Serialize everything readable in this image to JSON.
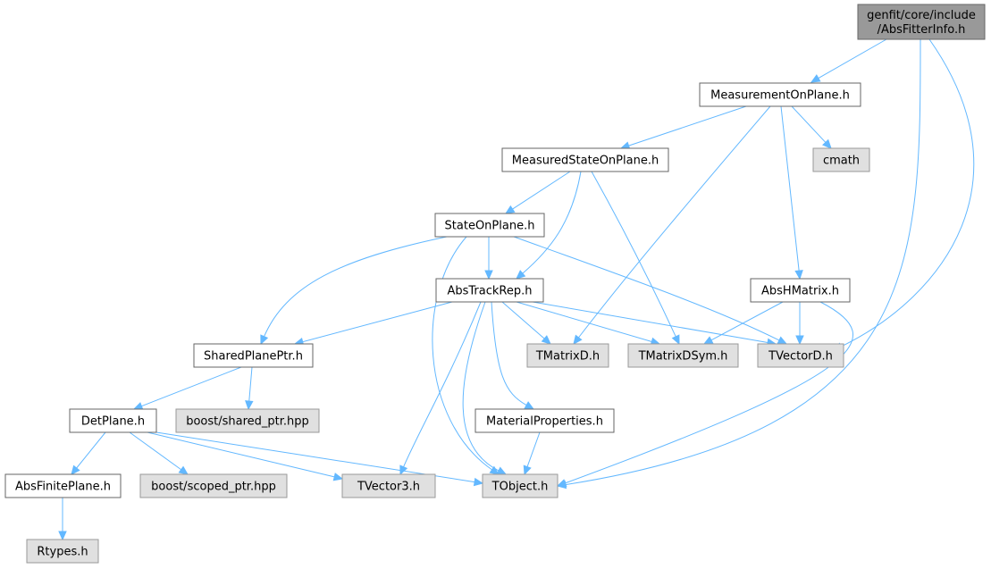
{
  "colors": {
    "edge": "#63b8ff",
    "root_fill": "#999999",
    "root_stroke": "#666666",
    "local_fill": "#ffffff",
    "local_stroke": "#666666",
    "external_fill": "#e0e0e0",
    "external_stroke": "#999999"
  },
  "nodes": [
    {
      "id": "absfitterinfo",
      "kind": "root",
      "lines": [
        "genfit/core/include",
        "/AbsFitterInfo.h"
      ]
    },
    {
      "id": "measurementonplane",
      "kind": "local",
      "lines": [
        "MeasurementOnPlane.h"
      ]
    },
    {
      "id": "cmath",
      "kind": "external",
      "lines": [
        "cmath"
      ]
    },
    {
      "id": "measuredstateonplane",
      "kind": "local",
      "lines": [
        "MeasuredStateOnPlane.h"
      ]
    },
    {
      "id": "stateonplane",
      "kind": "local",
      "lines": [
        "StateOnPlane.h"
      ]
    },
    {
      "id": "abstrackrep",
      "kind": "local",
      "lines": [
        "AbsTrackRep.h"
      ]
    },
    {
      "id": "abshmatrix",
      "kind": "local",
      "lines": [
        "AbsHMatrix.h"
      ]
    },
    {
      "id": "sharedplaneptr",
      "kind": "local",
      "lines": [
        "SharedPlanePtr.h"
      ]
    },
    {
      "id": "tmatrixd",
      "kind": "external",
      "lines": [
        "TMatrixD.h"
      ]
    },
    {
      "id": "tmatrixdsym",
      "kind": "external",
      "lines": [
        "TMatrixDSym.h"
      ]
    },
    {
      "id": "tvectord",
      "kind": "external",
      "lines": [
        "TVectorD.h"
      ]
    },
    {
      "id": "detplane",
      "kind": "local",
      "lines": [
        "DetPlane.h"
      ]
    },
    {
      "id": "boost_shared",
      "kind": "external",
      "lines": [
        "boost/shared_ptr.hpp"
      ]
    },
    {
      "id": "materialproperties",
      "kind": "local",
      "lines": [
        "MaterialProperties.h"
      ]
    },
    {
      "id": "absfiniteplane",
      "kind": "local",
      "lines": [
        "AbsFinitePlane.h"
      ]
    },
    {
      "id": "boost_scoped",
      "kind": "external",
      "lines": [
        "boost/scoped_ptr.hpp"
      ]
    },
    {
      "id": "tvector3",
      "kind": "external",
      "lines": [
        "TVector3.h"
      ]
    },
    {
      "id": "tobject",
      "kind": "external",
      "lines": [
        "TObject.h"
      ]
    },
    {
      "id": "rtypes",
      "kind": "external",
      "lines": [
        "Rtypes.h"
      ]
    }
  ],
  "edges": [
    [
      "absfitterinfo",
      "measurementonplane"
    ],
    [
      "absfitterinfo",
      "tvectord"
    ],
    [
      "absfitterinfo",
      "tobject"
    ],
    [
      "measurementonplane",
      "measuredstateonplane"
    ],
    [
      "measurementonplane",
      "cmath"
    ],
    [
      "measurementonplane",
      "tmatrixd"
    ],
    [
      "measurementonplane",
      "abshmatrix"
    ],
    [
      "measuredstateonplane",
      "stateonplane"
    ],
    [
      "measuredstateonplane",
      "abstrackrep"
    ],
    [
      "measuredstateonplane",
      "tmatrixdsym"
    ],
    [
      "stateonplane",
      "abstrackrep"
    ],
    [
      "stateonplane",
      "sharedplaneptr"
    ],
    [
      "stateonplane",
      "tobject"
    ],
    [
      "stateonplane",
      "tvectord"
    ],
    [
      "abstrackrep",
      "sharedplaneptr"
    ],
    [
      "abstrackrep",
      "tmatrixd"
    ],
    [
      "abstrackrep",
      "tmatrixdsym"
    ],
    [
      "abstrackrep",
      "tvectord"
    ],
    [
      "abstrackrep",
      "materialproperties"
    ],
    [
      "abstrackrep",
      "tvector3"
    ],
    [
      "abstrackrep",
      "tobject"
    ],
    [
      "abshmatrix",
      "tmatrixdsym"
    ],
    [
      "abshmatrix",
      "tvectord"
    ],
    [
      "abshmatrix",
      "tobject"
    ],
    [
      "sharedplaneptr",
      "detplane"
    ],
    [
      "sharedplaneptr",
      "boost_shared"
    ],
    [
      "detplane",
      "absfiniteplane"
    ],
    [
      "detplane",
      "boost_scoped"
    ],
    [
      "detplane",
      "tvector3"
    ],
    [
      "detplane",
      "tobject"
    ],
    [
      "materialproperties",
      "tobject"
    ],
    [
      "absfiniteplane",
      "rtypes"
    ]
  ]
}
